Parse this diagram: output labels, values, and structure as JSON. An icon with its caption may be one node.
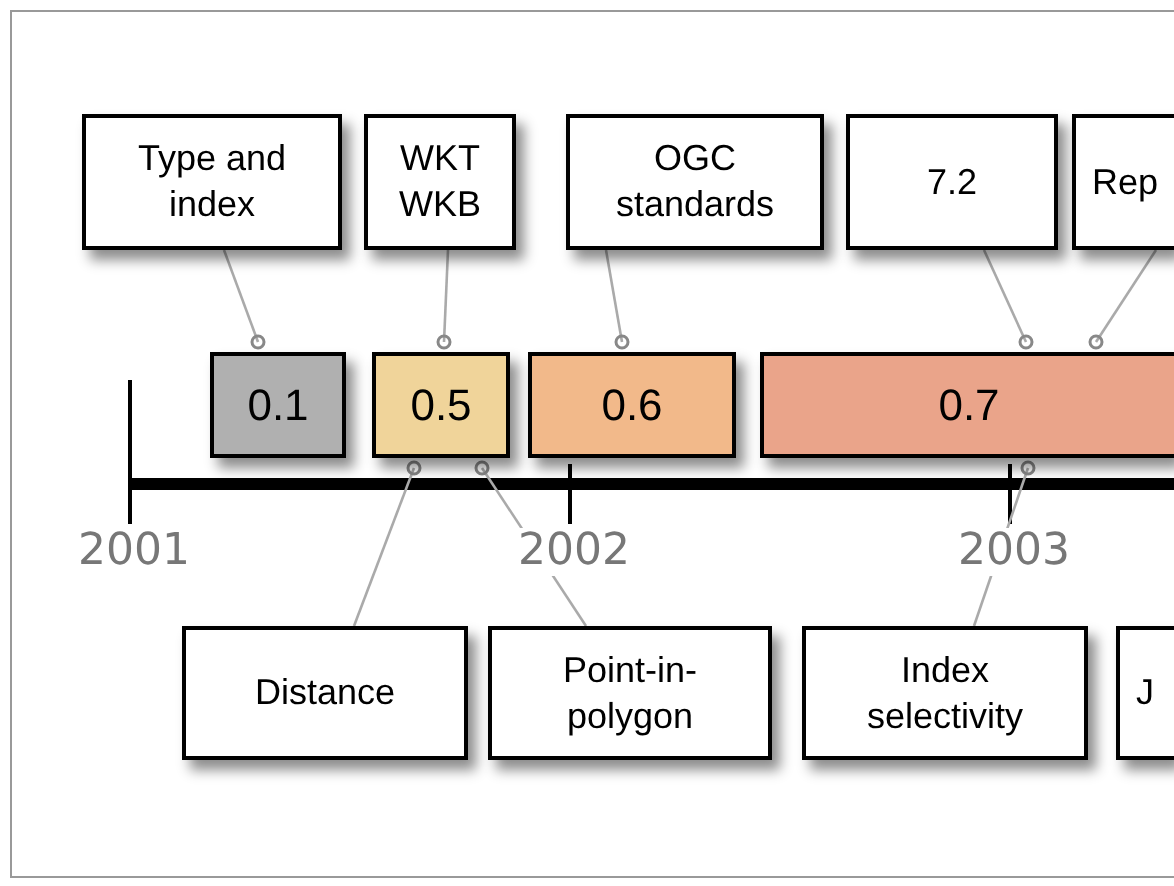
{
  "diagram": {
    "nodes": [
      {
        "text": [
          "Type and index"
        ]
      },
      {
        "text": [
          "WKT WKB"
        ]
      },
      {
        "text": [
          "OGC standards"
        ]
      },
      {
        "text": [
          "7.2"
        ]
      },
      {
        "text": [
          "Rep"
        ]
      },
      {
        "text": [
          "0.1"
        ]
      },
      {
        "text": [
          "0.5"
        ]
      },
      {
        "text": [
          "0.6"
        ]
      },
      {
        "text": [
          "0.7"
        ]
      },
      {
        "text": [
          "Distance"
        ]
      },
      {
        "text": [
          "Point-in-polygon"
        ]
      },
      {
        "text": [
          "Index selectivity"
        ]
      },
      {
        "text": [
          "J"
        ]
      }
    ],
    "edges": [
      {
        "from": 0,
        "to": 5,
        "arrow": "other"
      },
      {
        "from": 1,
        "to": 6,
        "arrow": "other"
      },
      {
        "from": 2,
        "to": 7,
        "arrow": "other"
      },
      {
        "from": 3,
        "to": 8,
        "arrow": "other"
      },
      {
        "from": 4,
        "to": 8,
        "arrow": "other"
      },
      {
        "from": 9,
        "to": 6,
        "arrow": "other"
      },
      {
        "from": 10,
        "to": 6,
        "arrow": "other"
      },
      {
        "from": 11,
        "to": 8,
        "arrow": "other"
      }
    ],
    "labels": [
      "2001",
      "2002",
      "2003"
    ]
  }
}
